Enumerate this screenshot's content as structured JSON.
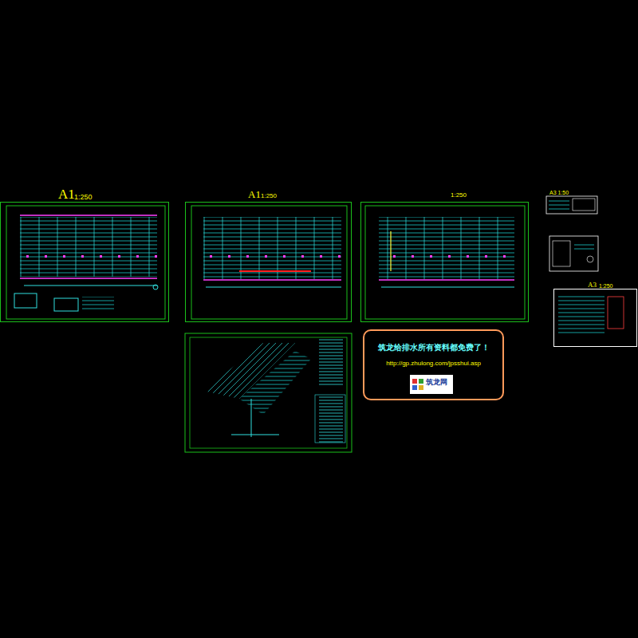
{
  "diagram": {
    "nodes": [
      {
        "text": [
          "A1",
          "1:250"
        ]
      },
      {
        "text": [
          "A1",
          "1:250"
        ]
      },
      {
        "text": [
          "1:250"
        ]
      },
      {
        "text": [
          "A3 1:50"
        ]
      },
      {
        "text": [
          "A3",
          "1:250"
        ]
      },
      {
        "text": [
          "筑龙给排水所有资料都免费了！",
          "http://gp.zhulong.com/jpsshui.asp"
        ]
      },
      {
        "text": [
          "筑龙网"
        ],
        "in": 5
      }
    ]
  }
}
